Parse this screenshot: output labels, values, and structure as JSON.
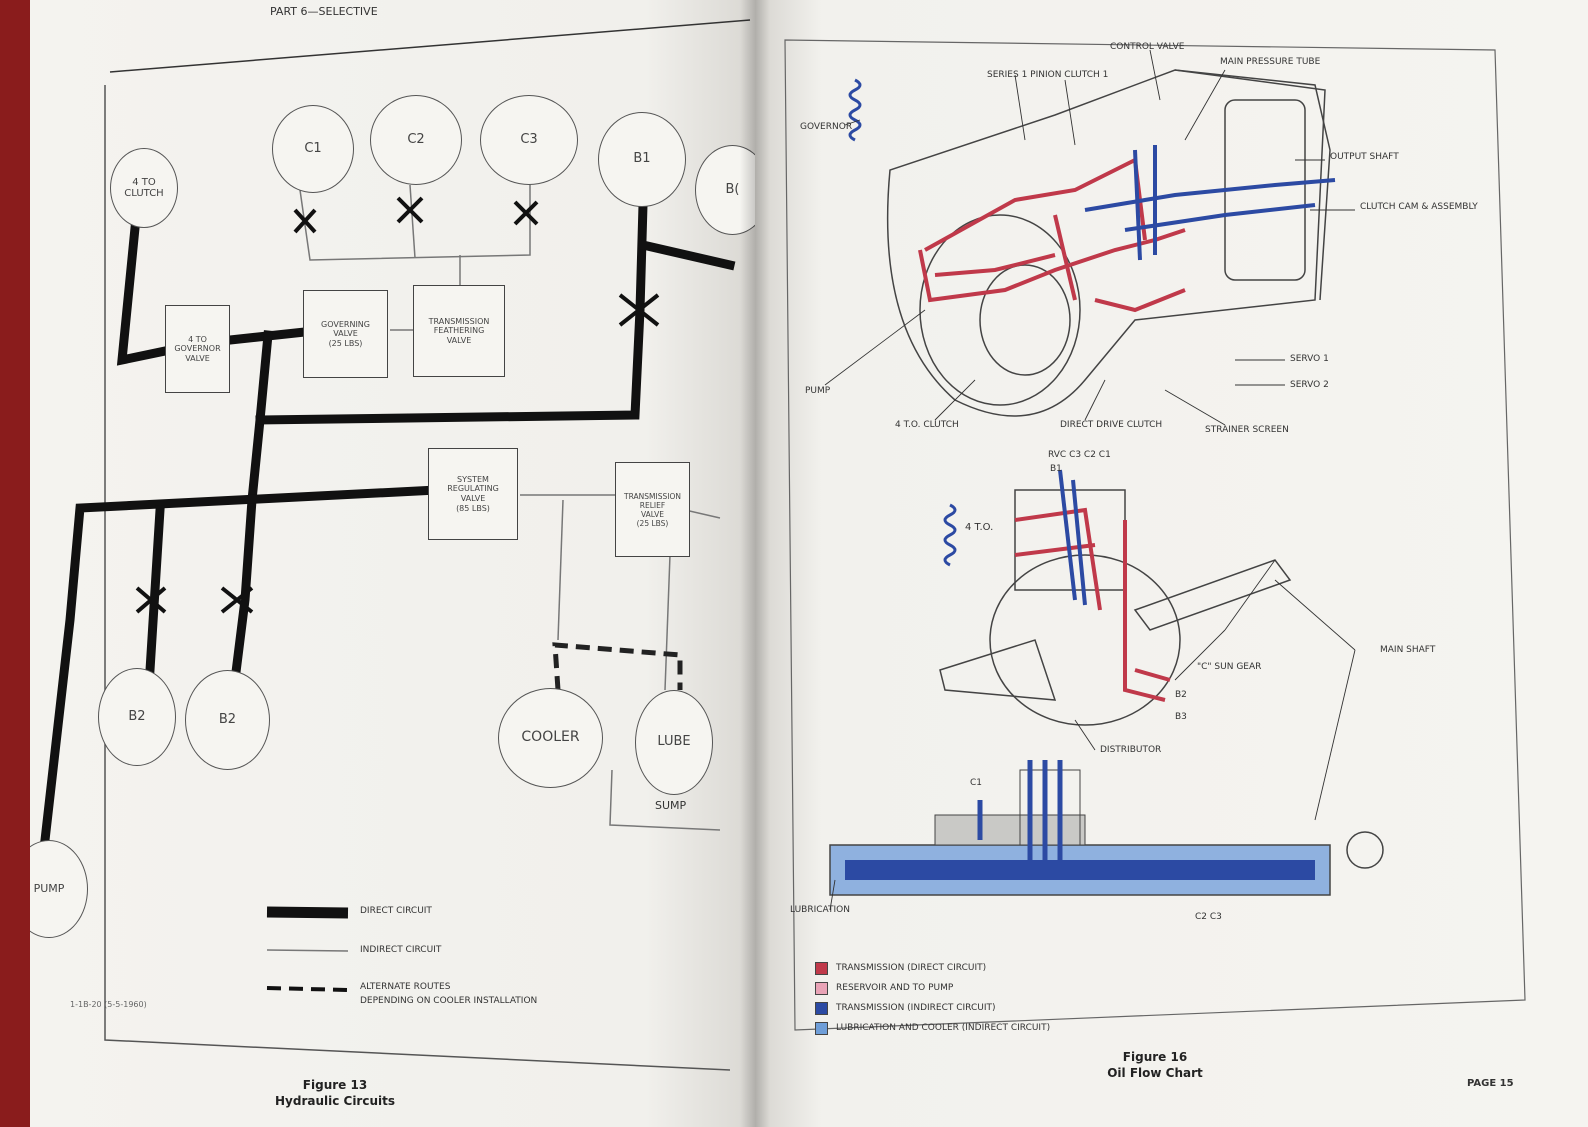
{
  "left_page": {
    "header_text": "PART 6—SELECTIVE",
    "circles": {
      "fwd_clutch": "4 TO\nCLUTCH",
      "c1": "C1",
      "c2": "C2",
      "c3": "C3",
      "b1": "B1",
      "b1_partial": "B(",
      "b2_left": "B2",
      "b2_right": "B2",
      "cooler": "COOLER",
      "lube": "LUBE",
      "pump": "PUMP"
    },
    "boxes": {
      "four_to_valve": "4 TO\nGOVERNOR\nVALVE",
      "governing_valve": "GOVERNING\nVALVE\n(25 LBS)",
      "transmission_feathering": "TRANSMISSION\nFEATHERING\nVALVE",
      "system_regulating": "SYSTEM\nREGULATING\nVALVE\n(85 LBS)",
      "transmission_relief": "TRANSMISSION\nRELIEF\nVALVE\n(25 LBS)"
    },
    "sump_label": "SUMP",
    "legend": {
      "direct": "DIRECT CIRCUIT",
      "indirect": "INDIRECT CIRCUIT",
      "alternate_line1": "ALTERNATE ROUTES",
      "alternate_line2": "DEPENDING ON COOLER INSTALLATION"
    },
    "doc_code": "1-1B-20 (5-5-1960)",
    "figure_number": "Figure 13",
    "figure_title": "Hydraulic Circuits"
  },
  "right_page": {
    "callouts": {
      "governor": "GOVERNOR",
      "series_1_pinion_clutch": "SERIES 1 PINION CLUTCH 1",
      "control_valve": "CONTROL VALVE",
      "main_pressure_tube": "MAIN PRESSURE TUBE",
      "output_shaft": "OUTPUT SHAFT",
      "clutch_cam_assembly": "CLUTCH CAM & ASSEMBLY",
      "servo_1": "SERVO 1",
      "servo_2": "SERVO 2",
      "pump": "PUMP",
      "four_to_clutch": "4 T.O. CLUTCH",
      "direct_drive_clutch": "DIRECT DRIVE CLUTCH",
      "strainer_screen": "STRAINER SCREEN",
      "top_codes": "RVC C3 C2 C1",
      "b1": "B1",
      "four_to": "4 T.O.",
      "c_sun_gear": "\"C\" SUN GEAR",
      "main_shaft": "MAIN SHAFT",
      "b2": "B2",
      "b3": "B3",
      "distributor": "DISTRIBUTOR",
      "c1_bottom": "C1",
      "c2_c3": "C2  C3",
      "lubrication": "LUBRICATION"
    },
    "legend": [
      {
        "label": "TRANSMISSION (DIRECT CIRCUIT)",
        "color": "#c0394a"
      },
      {
        "label": "RESERVOIR AND TO PUMP",
        "color": "#e9a3b6"
      },
      {
        "label": "TRANSMISSION (INDIRECT CIRCUIT)",
        "color": "#2c4aa3"
      },
      {
        "label": "LUBRICATION AND COOLER (INDIRECT CIRCUIT)",
        "color": "#6f9ed8"
      }
    ],
    "figure_number": "Figure 16",
    "figure_title": "Oil Flow Chart",
    "page_number": "PAGE 15"
  }
}
